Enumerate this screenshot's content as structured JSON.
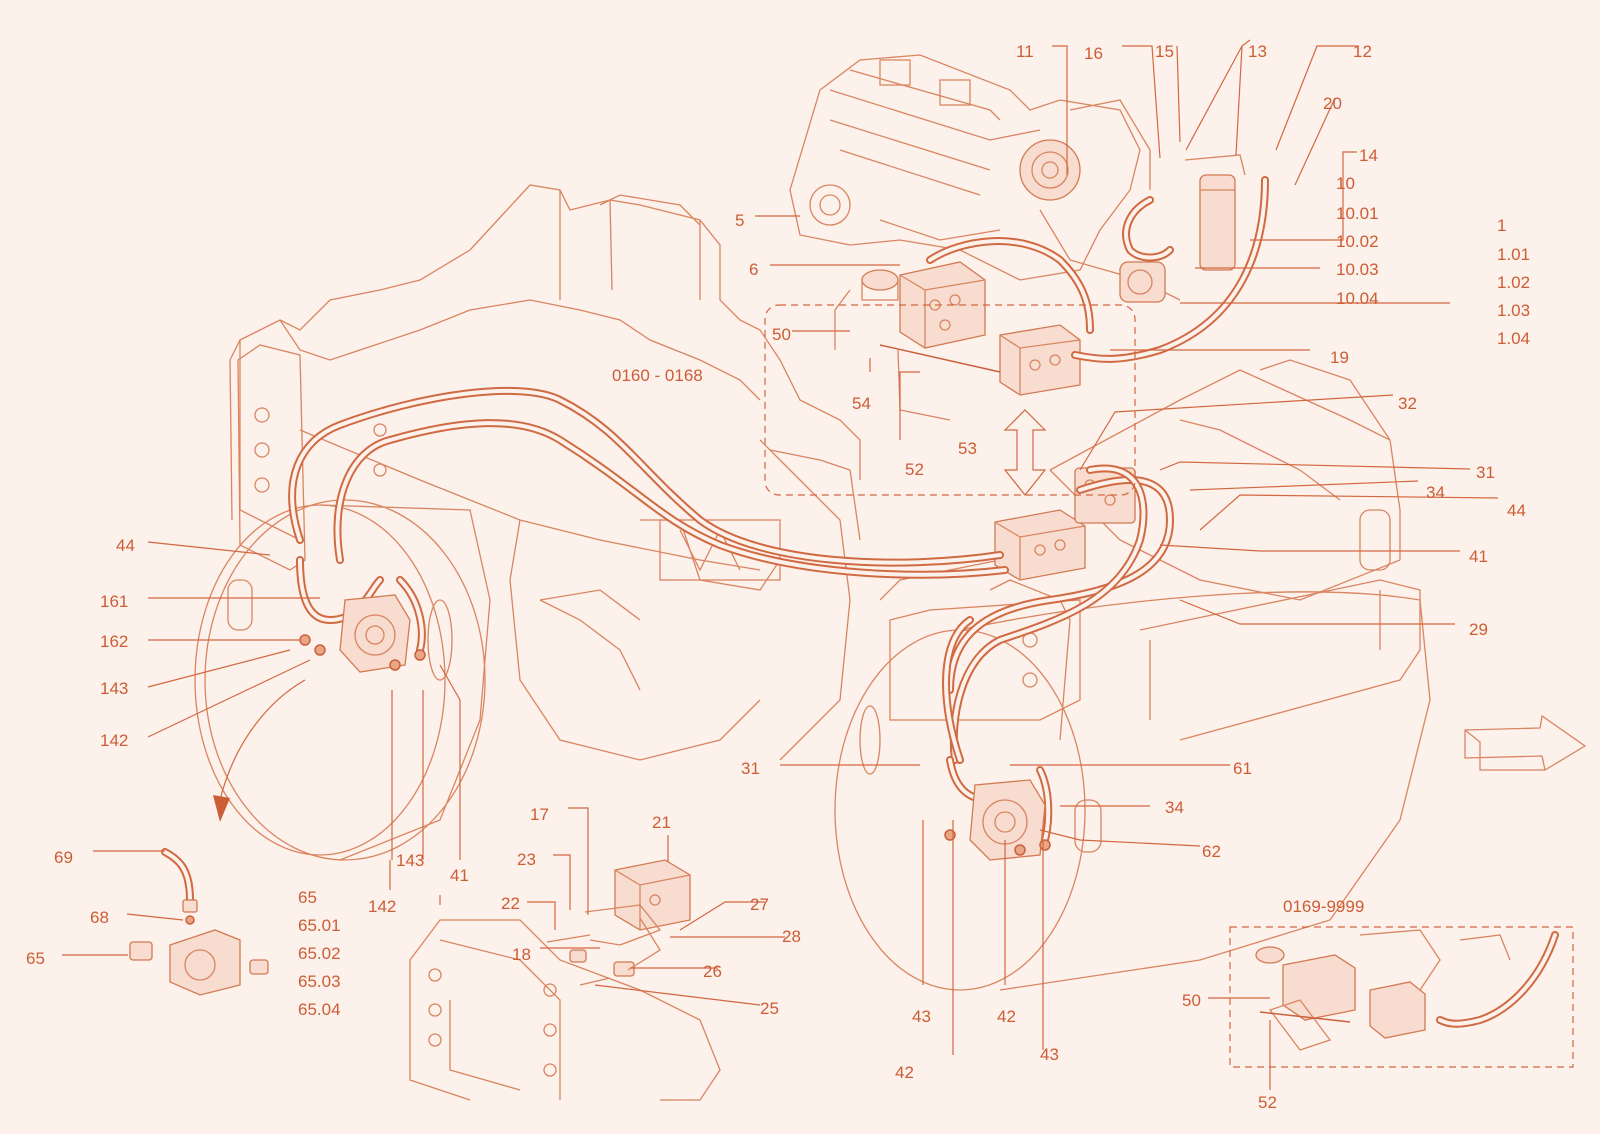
{
  "colors": {
    "background": "#fdf1ec",
    "ink": "#cc5d35",
    "hose": "#d06a42"
  },
  "labels": {
    "l11": "11",
    "l16": "16",
    "l15": "15",
    "l13": "13",
    "l12": "12",
    "l20": "20",
    "l14": "14",
    "l10": "10",
    "l10_01": "10.01",
    "l10_02": "10.02",
    "l10_03": "10.03",
    "l10_04": "10.04",
    "l1": "1",
    "l1_01": "1.01",
    "l1_02": "1.02",
    "l1_03": "1.03",
    "l1_04": "1.04",
    "l5": "5",
    "l6": "6",
    "l50a": "50",
    "l54": "54",
    "l19": "19",
    "l0160": "0160 - 0168",
    "l32": "32",
    "l53": "53",
    "l52a": "52",
    "l31r": "31",
    "l34r": "34",
    "l44r": "44",
    "l41r": "41",
    "l29": "29",
    "l44l": "44",
    "l161": "161",
    "l162": "162",
    "l143l": "143",
    "l142l": "142",
    "l143b": "143",
    "l41b": "41",
    "l142b": "142",
    "l31b": "31",
    "l61": "61",
    "l34b": "34",
    "l62": "62",
    "l43a": "43",
    "l42a": "42",
    "l43b": "43",
    "l42b": "42",
    "l17": "17",
    "l21": "21",
    "l23": "23",
    "l22": "22",
    "l27": "27",
    "l28": "28",
    "l18": "18",
    "l26": "26",
    "l25": "25",
    "l69": "69",
    "l68": "68",
    "l65a": "65",
    "l65b": "65",
    "l65_01": "65.01",
    "l65_02": "65.02",
    "l65_03": "65.03",
    "l65_04": "65.04",
    "l0169": "0169-9999",
    "l50b": "50",
    "l52b": "52"
  }
}
